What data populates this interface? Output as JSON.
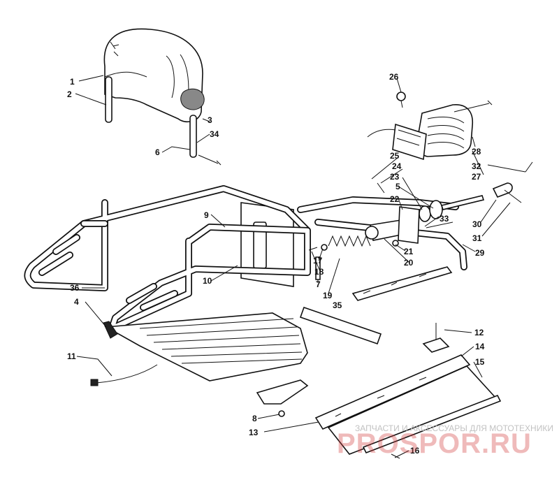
{
  "watermark": {
    "caption": "ЗАПЧАСТИ И АКСЕССУАРЫ ДЛЯ МОТОТЕХНИКИ",
    "logo": "PROSPOR.RU"
  },
  "callouts": {
    "c1": "1",
    "c2": "2",
    "c3": "3",
    "c4": "4",
    "c5": "5",
    "c6": "6",
    "c7": "7",
    "c8": "8",
    "c9": "9",
    "c10": "10",
    "c11": "11",
    "c12": "12",
    "c13": "13",
    "c14": "14",
    "c15": "15",
    "c16": "16",
    "c17": "17",
    "c18": "18",
    "c19": "19",
    "c20": "20",
    "c21": "21",
    "c22": "22",
    "c23": "23",
    "c24": "24",
    "c25": "25",
    "c26": "26",
    "c27": "27",
    "c28": "28",
    "c29": "29",
    "c30": "30",
    "c31": "31",
    "c32": "32",
    "c33": "33",
    "c34": "34",
    "c35": "35",
    "c36": "36"
  }
}
